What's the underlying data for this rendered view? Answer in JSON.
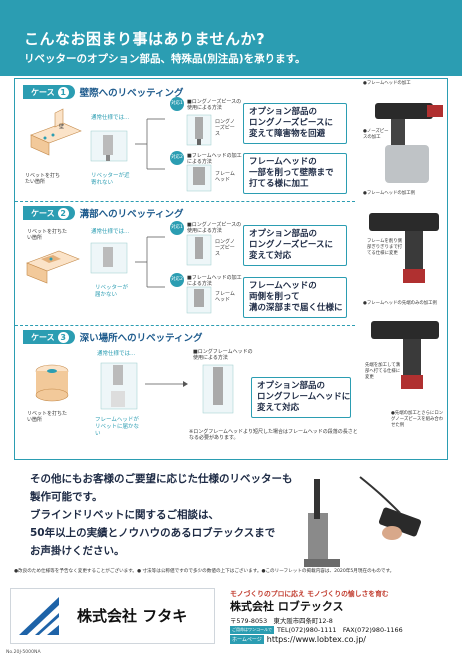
{
  "hero": {
    "title": "こんなお困まり事はありませんか?",
    "subtitle": "リベッターのオプション部品、特殊品(別注品)を承ります。"
  },
  "cases": [
    {
      "label": "ケース",
      "num": "1",
      "title": "壁際へのリベッティング",
      "left_labels": [
        "壁",
        "リベットを打ちたい箇所"
      ],
      "normal": "通常仕様では…",
      "problem": "リベッターが近寄れない",
      "solutions": [
        {
          "badge": "対応1",
          "note": "■ロングノーズピースの使用による方法",
          "part": "ロングノーズピース",
          "text": "オプション部品の\nロングノーズピースに\n変えて障害物を回避"
        },
        {
          "badge": "対応2",
          "note": "■フレームヘッドの加工による方法",
          "part": "フレームヘッド",
          "text": "フレームヘッドの\n一部を削って壁際まで\n打てる様に加工"
        }
      ]
    },
    {
      "label": "ケース",
      "num": "2",
      "title": "溝部へのリベッティング",
      "left_labels": [
        "リベットを打ちたい箇所"
      ],
      "normal": "通常仕様では…",
      "problem": "リベッターが届かない",
      "solutions": [
        {
          "badge": "対応1",
          "note": "■ロングノーズピースの使用による方法",
          "part": "ロングノーズピース",
          "text": "オプション部品の\nロングノーズピースに\n変えて対応"
        },
        {
          "badge": "対応2",
          "note": "■フレームヘッドの加工による方法",
          "part": "フレームヘッド",
          "text": "フレームヘッドの\n両側を削って\n溝の深部まで届く仕様に"
        }
      ]
    },
    {
      "label": "ケース",
      "num": "3",
      "title": "深い場所へのリベッティング",
      "left_labels": [
        "リベットを打ちたい箇所"
      ],
      "normal": "通常仕様では…",
      "problem": "フレームヘッドがリベットに届かない",
      "solutions": [
        {
          "badge": "",
          "note": "■ロングフレームヘッドの使用による方法",
          "part": "",
          "text": "オプション部品の\nロングフレームヘッドに\n変えて対応"
        }
      ],
      "footnote": "※ロングフレームヘッドより短尺した場合はフレームヘッドの段落の長さとなる必要があります。"
    }
  ],
  "photo_captions": [
    "●フレームヘッドの加工",
    "●ノーズピースの加工",
    "●フレームヘッドの加工例",
    "フレームを削り側部ぎりぎりまで打てる仕様に変更",
    "●フレームヘッドの先端のみの加工例",
    "先端を加工して溝部へ打てる仕様に変更",
    "●先端の加工とさらにロングノーズピースを組み合わせた例"
  ],
  "lower_text": [
    "その他にもお客様のご要望に応じた仕様のリベッターも",
    "製作可能です。",
    "ブラインドリベットに関するご相談は、",
    "50年以上の実績とノウハウのあるロブテックスまで",
    "お声掛けください。"
  ],
  "disclaimer": "●改良のため仕様等を予告なく変更することがございます。● 寸法等は公称値ですので多少の数値の上下はございます。●このリーフレットの掲載内容は、2020年5月現在のものです。",
  "company": {
    "futaki_name": "株式会社 フタキ",
    "slogan": "モノづくりのプロに応え モノづくりの愉しさを育む",
    "lobtex_name": "株式会社 ロブテックス",
    "address": "〒579-8053　東大阪市四条町12-8",
    "phone_label": "ご用命はワンコールで",
    "phone": "TEL(072)980-1111　FAX(072)980-1166",
    "homepage_label": "ホームページ",
    "url": "https://www.lobtex.co.jp/"
  },
  "doc_no": "No.20J-5000NA",
  "colors": {
    "accent": "#2b9db2",
    "navy": "#1d5a8c",
    "text": "#1d2a44",
    "orange": "#e8731a"
  }
}
